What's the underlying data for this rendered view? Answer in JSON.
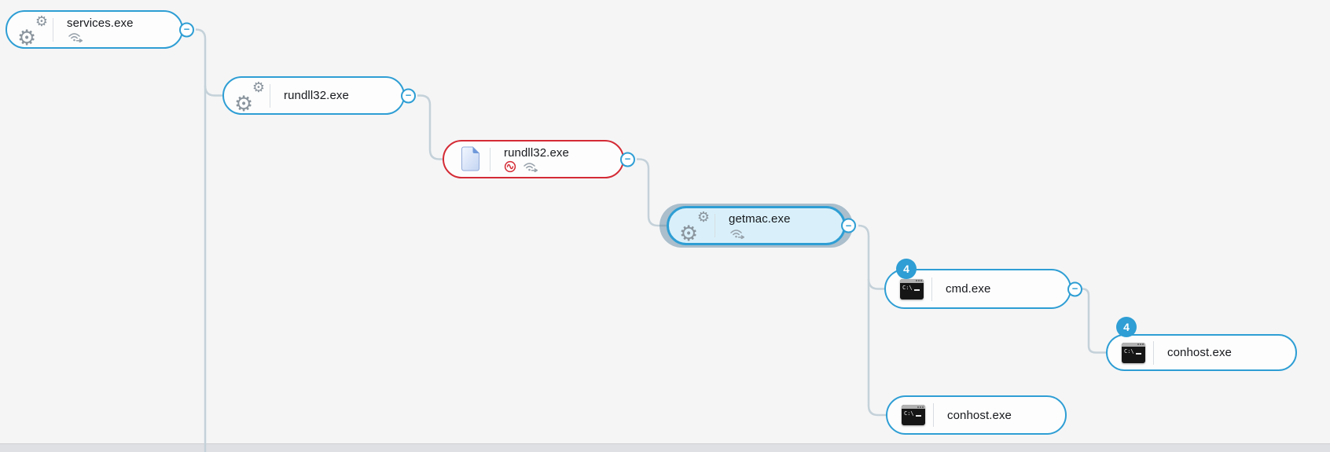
{
  "view": {
    "type": "process-tree-graph",
    "background_color": "#f5f5f6"
  },
  "colors": {
    "node_border": "#2e9ed4",
    "node_fill": "#fdfdfd",
    "alert_border": "#d42b35",
    "selected_fill": "#d9f0fa",
    "selected_halo": "rgba(95,135,160,0.5)",
    "connector": "#c4d1d9",
    "badge_fill": "#2e9ed4",
    "label_color": "#17191d",
    "icon_gray": "#8a949d"
  },
  "ui": {
    "collapse_glyph": "−"
  },
  "terminal_icon": {
    "prompt": "C:\\"
  },
  "nodes": [
    {
      "id": "services",
      "label": "services.exe",
      "icon": "process-gears-icon",
      "sub_icons": [
        "network-activity-icon"
      ],
      "badge": "",
      "collapsible": true,
      "alert": false,
      "selected": false
    },
    {
      "id": "rundll32-parent",
      "label": "rundll32.exe",
      "icon": "process-gears-icon",
      "sub_icons": [],
      "badge": "",
      "collapsible": true,
      "alert": false,
      "selected": false
    },
    {
      "id": "rundll32-alert",
      "label": "rundll32.exe",
      "icon": "file-icon",
      "sub_icons": [
        "alert-wave-icon",
        "network-activity-icon"
      ],
      "badge": "",
      "collapsible": true,
      "alert": true,
      "selected": false
    },
    {
      "id": "getmac",
      "label": "getmac.exe",
      "icon": "process-gears-icon",
      "sub_icons": [
        "network-activity-icon"
      ],
      "badge": "",
      "collapsible": true,
      "alert": false,
      "selected": true
    },
    {
      "id": "cmd",
      "label": "cmd.exe",
      "icon": "terminal-icon",
      "sub_icons": [],
      "badge": "4",
      "collapsible": true,
      "alert": false,
      "selected": false
    },
    {
      "id": "conhost-child-of-cmd",
      "label": "conhost.exe",
      "icon": "terminal-icon",
      "sub_icons": [],
      "badge": "4",
      "collapsible": false,
      "alert": false,
      "selected": false
    },
    {
      "id": "conhost-child-of-getmac",
      "label": "conhost.exe",
      "icon": "terminal-icon",
      "sub_icons": [],
      "badge": "",
      "collapsible": false,
      "alert": false,
      "selected": false
    }
  ],
  "edges": [
    {
      "from": "services",
      "to": "rundll32-parent"
    },
    {
      "from": "services",
      "to": "offscreen-below"
    },
    {
      "from": "rundll32-parent",
      "to": "rundll32-alert"
    },
    {
      "from": "rundll32-alert",
      "to": "getmac"
    },
    {
      "from": "getmac",
      "to": "cmd"
    },
    {
      "from": "getmac",
      "to": "conhost-child-of-getmac"
    },
    {
      "from": "cmd",
      "to": "conhost-child-of-cmd"
    }
  ]
}
